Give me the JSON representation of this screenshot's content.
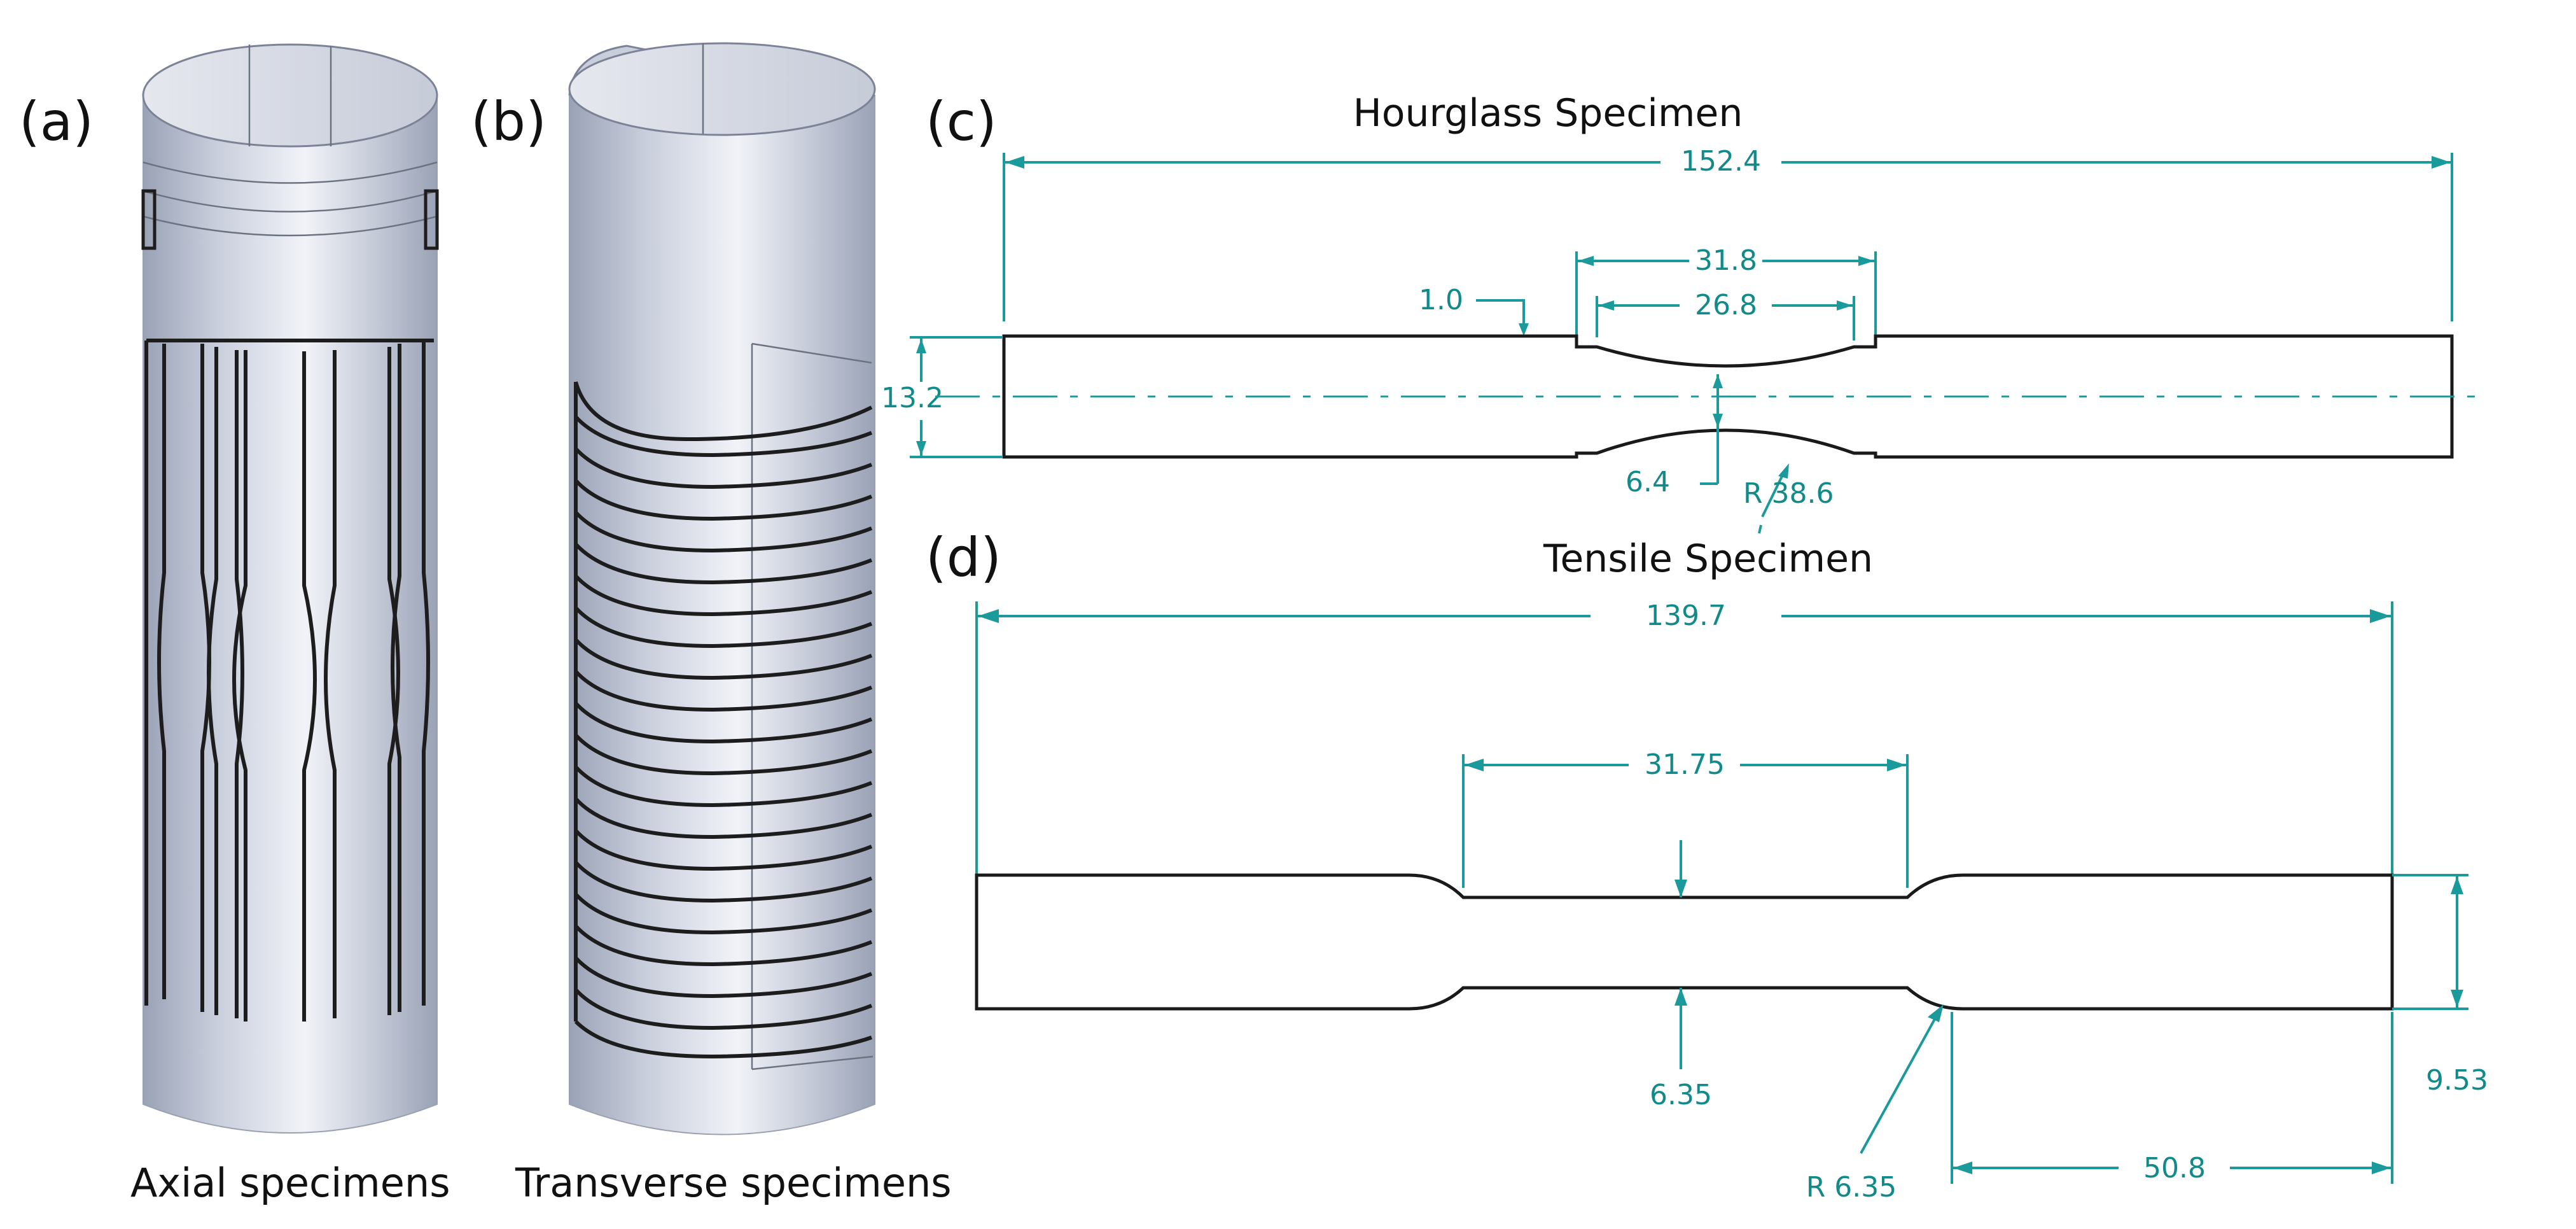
{
  "panels": {
    "a": {
      "label": "(a)",
      "caption": "Axial specimens"
    },
    "b": {
      "label": "(b)",
      "caption": "Transverse specimens"
    },
    "c": {
      "label": "(c)",
      "title": "Hourglass Specimen",
      "dims": {
        "overall_length": "152.4",
        "outer_gauge": "31.8",
        "inner_gauge": "26.8",
        "step": "1.0",
        "width": "13.2",
        "min_width": "6.4",
        "radius": "R 38.6"
      }
    },
    "d": {
      "label": "(d)",
      "title": "Tensile Specimen",
      "dims": {
        "overall_length": "139.7",
        "gauge_length": "31.75",
        "gauge_width": "6.35",
        "radius": "R 6.35",
        "grip_width": "9.53",
        "grip_length": "50.8"
      }
    }
  },
  "colors": {
    "dimension": "#1a9a9a",
    "cylinder_light": "#eef0f6",
    "cylinder_dark": "#9fa7ba"
  }
}
